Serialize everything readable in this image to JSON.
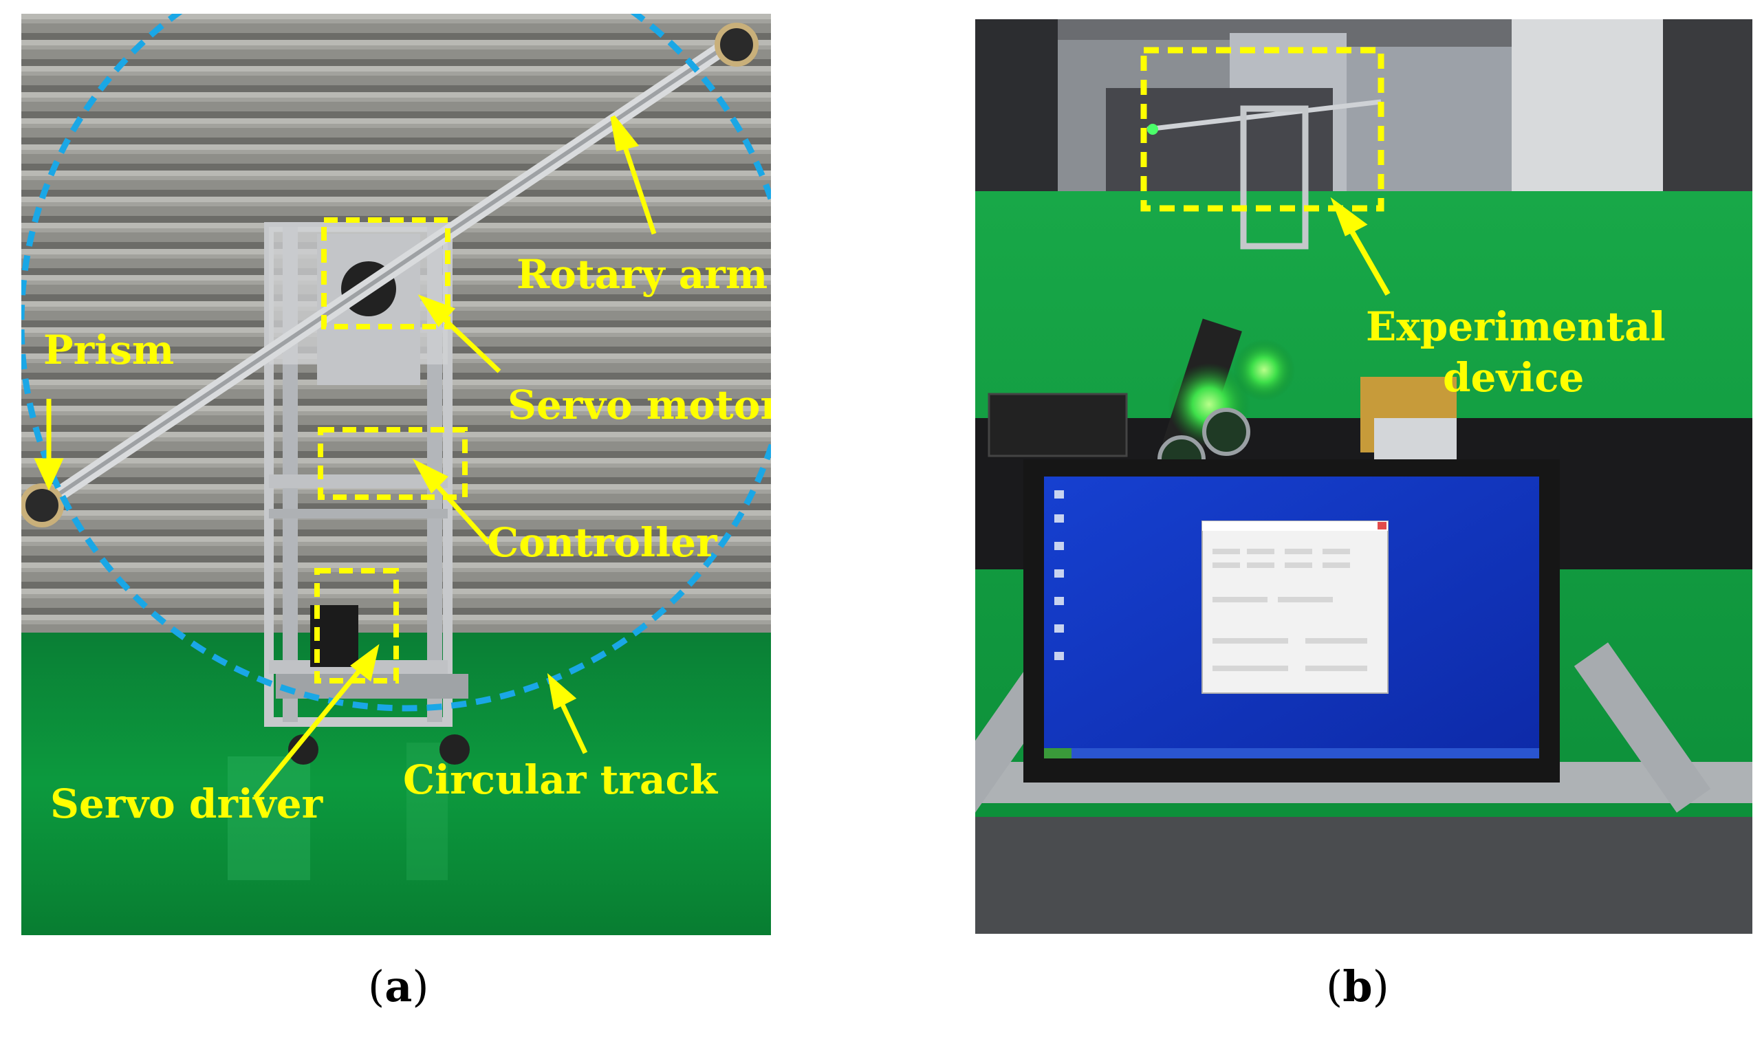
{
  "panel_a": {
    "labels": {
      "rotary_arm": "Rotary arm",
      "prism": "Prism",
      "servo_motor": "Servo motor",
      "controller": "Controller",
      "servo_driver": "Servo driver",
      "circular_track": "Circular track"
    },
    "caption_letter": "a"
  },
  "panel_b": {
    "labels": {
      "experimental_line1": "Experimental",
      "experimental_line2": "device"
    },
    "caption_letter": "b"
  },
  "colors": {
    "annotation_yellow": "#ffff00",
    "track_dashes": "#1aa7e6",
    "floor_green": "#0c9a3a",
    "shutter_gray": "#8d8d88",
    "screen_blue": "#1237c8"
  },
  "icons": [
    "dashed-box-icon",
    "arrow-icon",
    "dashed-circle-icon"
  ]
}
